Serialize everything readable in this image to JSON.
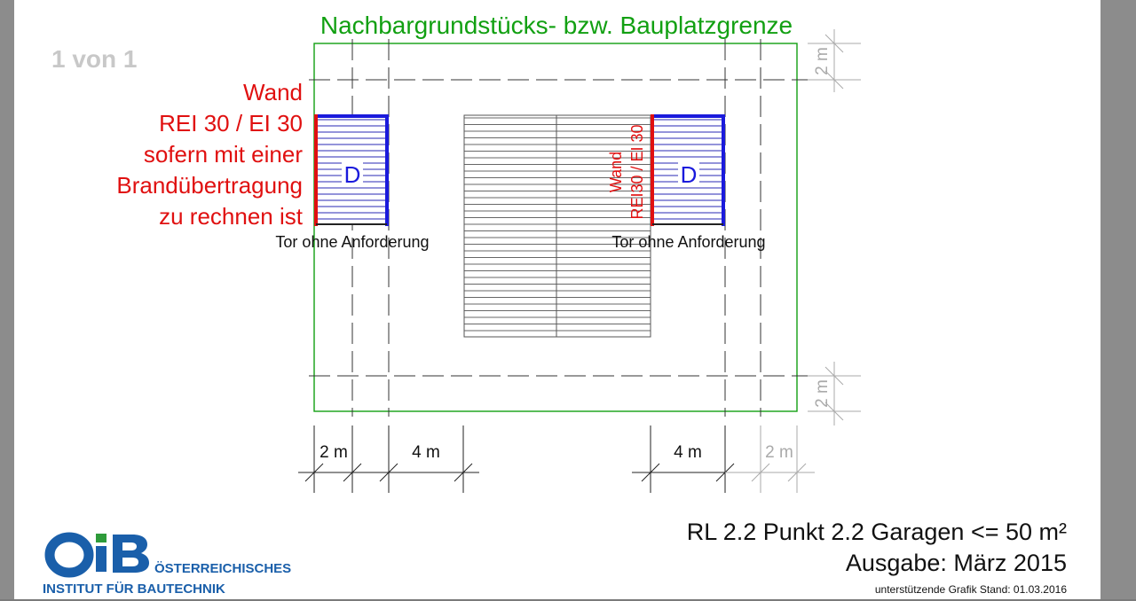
{
  "viewer": {
    "page_indicator": "1 von 1"
  },
  "drawing": {
    "title": "Nachbargrundstücks- bzw. Bauplatzgrenze",
    "left_wall_label": [
      "Wand",
      "REI 30 / EI 30",
      "sofern mit einer",
      "Brandübertragung",
      "zu rechnen ist"
    ],
    "right_wall_label": [
      "Wand",
      "REI30 / EI 30"
    ],
    "garage_letter": "D",
    "gate_label": "Tor ohne Anforderung",
    "dim_2m": "2 m",
    "dim_4m": "4 m"
  },
  "footer": {
    "title": "RL 2.2 Punkt 2.2 Garagen <= 50 m²",
    "edition": "Ausgabe: März 2015",
    "stand": "unterstützende Grafik Stand: 01.03.2016"
  },
  "logo": {
    "letters": "OiB",
    "line1": "ÖSTERREICHISCHES",
    "line2": "INSTITUT FÜR BAUTECHNIK"
  },
  "colors": {
    "boundary": "#12a012",
    "wall_red": "#e01010",
    "garage_blue": "#1a1adc",
    "logo_blue": "#1a5faa",
    "logo_green": "#2e9b3a",
    "grey_page": "#c8c8c8"
  }
}
